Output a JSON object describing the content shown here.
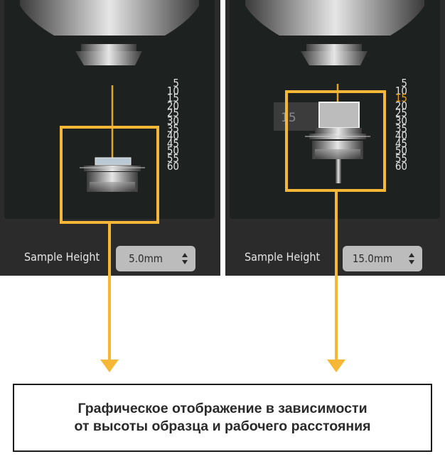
{
  "left_panel": {
    "scale_ticks": [
      "5",
      "10",
      "15",
      "20",
      "25",
      "30",
      "35",
      "40",
      "45",
      "50",
      "55",
      "60"
    ],
    "height_label": "Sample Height",
    "height_value": "5.0mm"
  },
  "right_panel": {
    "scale_ticks": [
      "5",
      "10",
      "15",
      "20",
      "25",
      "30",
      "35",
      "40",
      "45",
      "50",
      "55",
      "60"
    ],
    "active_tick": "15",
    "tooltip": "15",
    "height_label": "Sample Height",
    "height_value": "15.0mm"
  },
  "caption": {
    "line1": "Графическое отображение в зависимости",
    "line2": "от высоты образца и рабочего расстояния"
  },
  "colors": {
    "panel_bg": "#2b2b2b",
    "viewport_bg": "#1d211f",
    "highlight": "#f5b735",
    "field_bg": "#bcbcbc"
  }
}
